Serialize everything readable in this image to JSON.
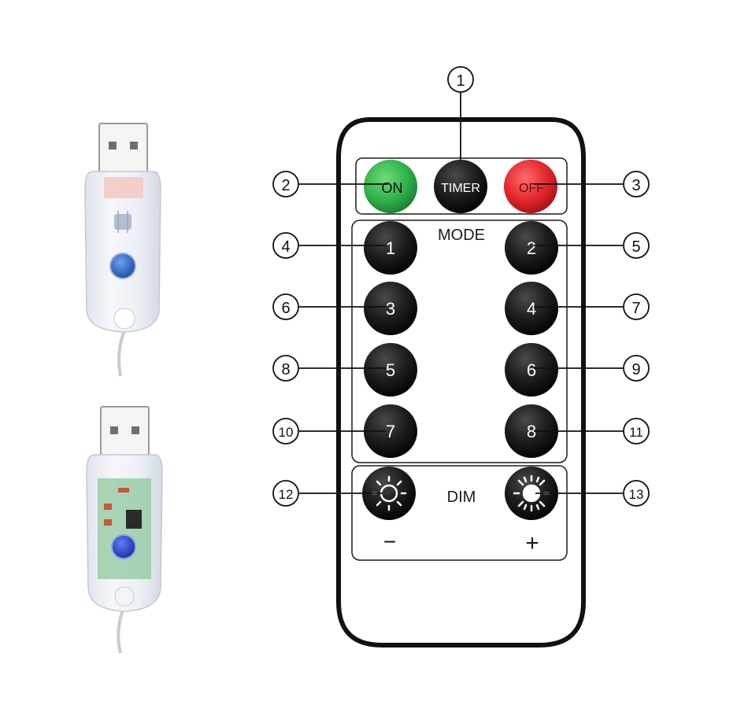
{
  "remote": {
    "top_row": [
      {
        "id": "on",
        "label": "ON",
        "color": "#2fb24a"
      },
      {
        "id": "timer",
        "label": "TIMER",
        "color": "#1c1c1c"
      },
      {
        "id": "off",
        "label": "OFF",
        "color": "#e3262a"
      }
    ],
    "mode_label": "MODE",
    "mode_buttons": [
      "1",
      "2",
      "3",
      "4",
      "5",
      "6",
      "7",
      "8"
    ],
    "dim_label": "DIM",
    "dim_minus": "−",
    "dim_plus": "+"
  },
  "callouts": [
    "1",
    "2",
    "3",
    "4",
    "5",
    "6",
    "7",
    "8",
    "9",
    "10",
    "11",
    "12",
    "13"
  ],
  "usb_controllers": [
    {
      "id": "usb-controller-top",
      "board_color": "#f2c8c3",
      "button_color": "#2e68c9"
    },
    {
      "id": "usb-controller-bottom",
      "board_color": "#8fc89e",
      "button_color": "#2e4fd0"
    }
  ]
}
